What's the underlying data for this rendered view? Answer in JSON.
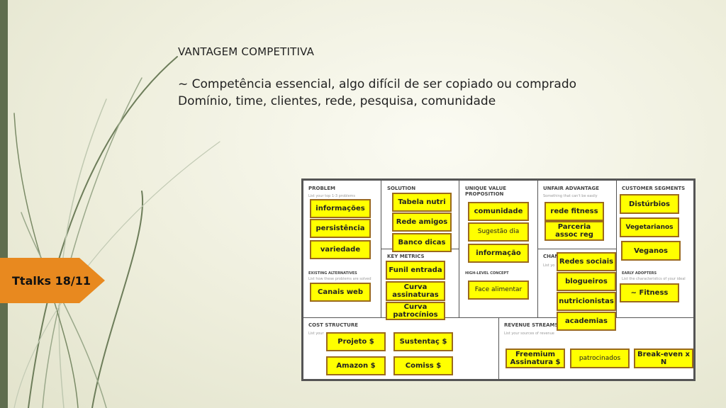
{
  "slide": {
    "heading": "VANTAGEM COMPETITIVA",
    "line1": "~ Competência essencial, algo difícil de ser copiado ou comprado",
    "line2": "Domínio, time, clientes, rede, pesquisa, comunidade",
    "badge": "Ttalks 18/11",
    "colors": {
      "badge": "#e8891f",
      "sidebar": "#5f6d4e",
      "note": "#ffff00"
    }
  },
  "canvas": {
    "sections": {
      "problem": "PROBLEM",
      "problem_sub": "List your top 1-3 problems",
      "existing": "EXISTING ALTERNATIVES",
      "existing_sub": "List how these problems are solved",
      "solution": "SOLUTION",
      "key_metrics": "KEY METRICS",
      "uvp": "UNIQUE VALUE PROPOSITION",
      "high_level": "HIGH-LEVEL CONCEPT",
      "unfair": "UNFAIR ADVANTAGE",
      "unfair_sub": "Something that can't be easily",
      "channels": "CHAN",
      "channels_sub": "List yo",
      "segments": "CUSTOMER SEGMENTS",
      "early": "EARLY ADOPTERS",
      "early_sub": "List the characteristics of your ideal",
      "cost": "COST STRUCTURE",
      "cost_sub": "List your",
      "revenue": "REVENUE STREAMS",
      "revenue_sub": "List your sources of revenue"
    },
    "notes": {
      "problem": [
        "informações",
        "persistência",
        "variedade"
      ],
      "existing": [
        "Canais web"
      ],
      "solution": [
        "Tabela nutri",
        "Rede amigos",
        "Banco dicas"
      ],
      "key_metrics": [
        "Funil entrada",
        "Curva assinaturas",
        "Curva patrocínios"
      ],
      "uvp": [
        "comunidade",
        "Sugestão dia",
        "informação"
      ],
      "high_level": [
        "Face alimentar"
      ],
      "unfair": [
        "rede fitness",
        "Parceria assoc reg"
      ],
      "channels": [
        "Redes sociais",
        "blogueiros",
        "nutricionistas",
        "academias"
      ],
      "segments": [
        "Distúrbios",
        "Vegetarianos",
        "Veganos"
      ],
      "early": [
        "~ Fitness"
      ],
      "cost": [
        "Projeto $",
        "Sustentaç $",
        "Amazon $",
        "Comiss $"
      ],
      "revenue": [
        "Freemium Assinatura $",
        "patrocinados",
        "Break-even x N"
      ]
    }
  }
}
